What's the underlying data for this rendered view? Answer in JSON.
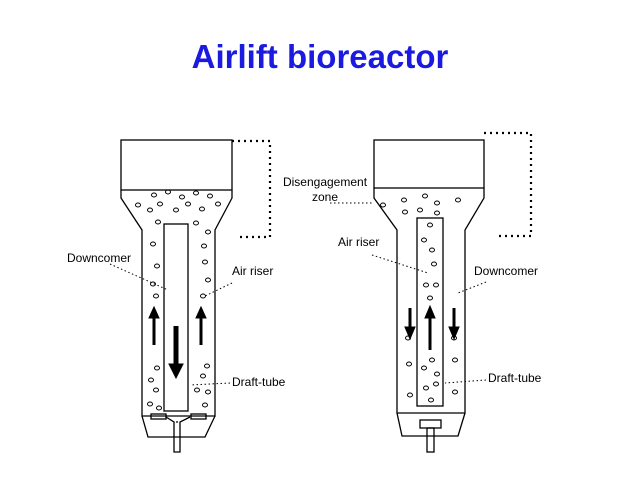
{
  "title": "Airlift bioreactor",
  "colors": {
    "title": "#1a1ae0",
    "line": "#000000"
  },
  "labels": {
    "disengagement_line1": "Disengagement",
    "disengagement_line2": "zone",
    "left_downcomer": "Downcomer",
    "left_air_riser": "Air riser",
    "left_draft_tube": "Draft-tube",
    "right_air_riser": "Air riser",
    "right_downcomer": "Downcomer",
    "right_draft_tube": "Draft-tube"
  }
}
